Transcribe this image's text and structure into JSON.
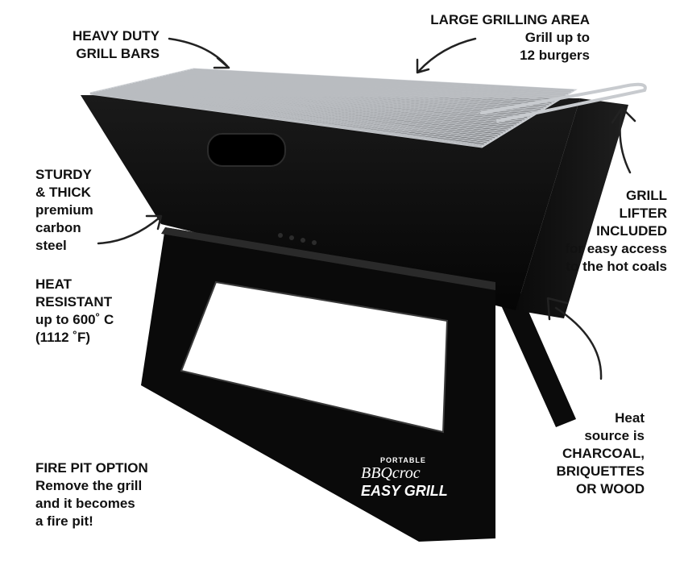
{
  "callouts": {
    "grill_bars": {
      "heading_1": "HEAVY DUTY",
      "heading_2": "GRILL BARS"
    },
    "grilling_area": {
      "heading": "LARGE GRILLING AREA",
      "line_1": "Grill up to",
      "line_2": "12 burgers"
    },
    "steel": {
      "heading_1": "STURDY",
      "heading_2": "& THICK",
      "line_1": "premium",
      "line_2": "carbon",
      "line_3": "steel"
    },
    "heat": {
      "heading_1": "HEAT",
      "heading_2": "RESISTANT",
      "line_1": "up to 600˚ C",
      "line_2": "(1112 ˚F)"
    },
    "lifter": {
      "heading_1": "GRILL",
      "heading_2": "LIFTER",
      "heading_3": "INCLUDED",
      "line_1": "for easy access",
      "line_2": "to the hot coals"
    },
    "heat_source": {
      "line_1": "Heat",
      "line_2": "source is",
      "heading_1": "CHARCOAL,",
      "heading_2": "BRIQUETTES",
      "heading_3": "OR WOOD"
    },
    "fire_pit": {
      "heading": "FIRE PIT OPTION",
      "line_1": "Remove the grill",
      "line_2": "and it becomes",
      "line_3": "a fire pit!"
    }
  },
  "logo": {
    "small": "PORTABLE",
    "brand": "BBQcroc",
    "product": "EASY GRILL"
  },
  "colors": {
    "steel_body": "#0d0d0d",
    "steel_edge": "#2a2a2a",
    "grate": "#b9bcc0",
    "text": "#111111",
    "background": "#ffffff"
  }
}
